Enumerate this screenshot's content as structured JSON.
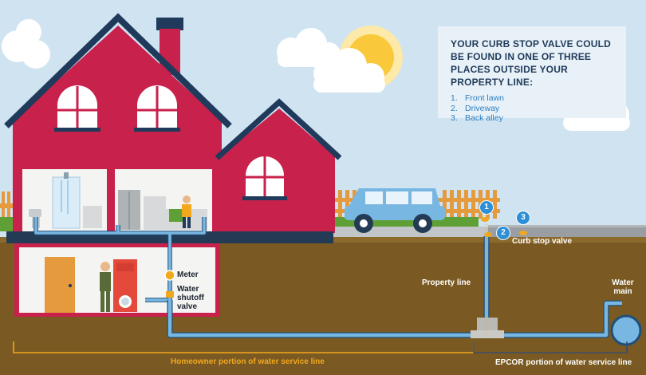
{
  "info": {
    "title": "YOUR CURB STOP VALVE COULD BE FOUND IN ONE OF THREE PLACES OUTSIDE YOUR PROPERTY LINE:",
    "locations": [
      {
        "num": "1.",
        "label": "Front lawn"
      },
      {
        "num": "2.",
        "label": "Driveway"
      },
      {
        "num": "3.",
        "label": "Back alley"
      }
    ]
  },
  "labels": {
    "meter": "Meter",
    "shutoff_line1": "Water",
    "shutoff_line2": "shutoff",
    "shutoff_line3": "valve",
    "property_line": "Property line",
    "curb_stop": "Curb stop valve",
    "water_main_line1": "Water",
    "water_main_line2": "main",
    "homeowner_portion": "Homeowner portion of water service line",
    "epcor_portion": "EPCOR portion of water service line"
  },
  "markers": [
    "1",
    "2",
    "3"
  ],
  "colors": {
    "sky": "#cfe3f1",
    "house": "#c8214c",
    "ground": "#7a5a22",
    "pipe": "#78b7e2",
    "accent_orange": "#f2a81d",
    "text_dark": "#1f3a5a",
    "text_blue": "#2d7fc0"
  }
}
